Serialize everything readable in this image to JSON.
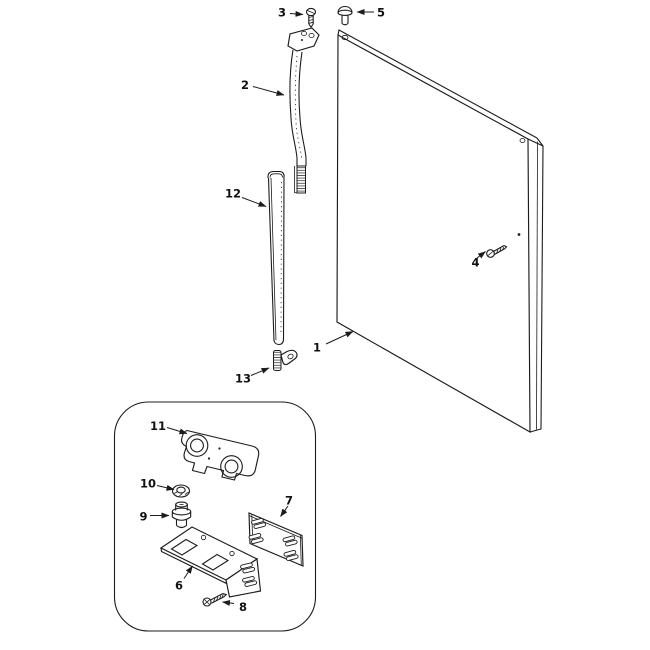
{
  "figure": {
    "type": "exploded_parts_diagram",
    "background_color": "#ffffff",
    "line_color": "#1c1c1c",
    "callouts": [
      {
        "label": "3"
      },
      {
        "label": "5"
      },
      {
        "label": "2"
      },
      {
        "label": "12"
      },
      {
        "label": "13"
      },
      {
        "label": "1"
      },
      {
        "label": "4"
      },
      {
        "label": "11"
      },
      {
        "label": "10"
      },
      {
        "label": "9"
      },
      {
        "label": "7"
      },
      {
        "label": "6"
      },
      {
        "label": "8"
      }
    ]
  }
}
